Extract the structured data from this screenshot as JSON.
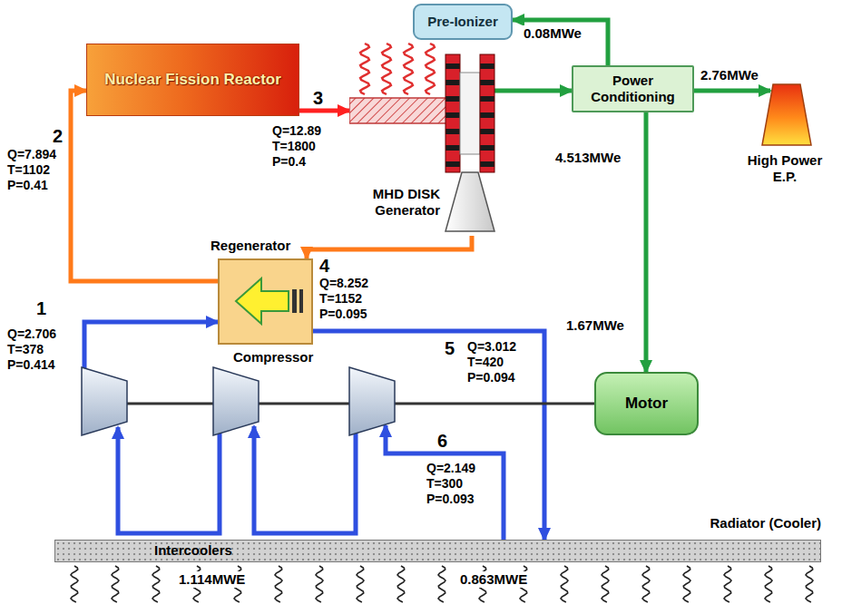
{
  "diagram": {
    "nodes": [
      {
        "text": [
          "Pre-Ionizer"
        ]
      },
      {
        "text": [
          "Nuclear Fission Reactor"
        ]
      },
      {
        "text": [
          "MHD DISK Generator"
        ]
      },
      {
        "text": [
          "Power Conditioning"
        ]
      },
      {
        "text": [
          "High Power E.P."
        ]
      },
      {
        "text": [
          "Regenerator"
        ]
      },
      {
        "text": [
          "Compressor"
        ]
      },
      {
        "text": [
          "Motor"
        ]
      },
      {
        "text": [
          "Radiator (Cooler)",
          "Intercoolers"
        ]
      }
    ],
    "edges": [
      {
        "from": 1,
        "to": 2,
        "arrow": "to"
      },
      {
        "from": 2,
        "to": 3,
        "arrow": "to"
      },
      {
        "from": 3,
        "to": 0,
        "label": "0.08MWe",
        "arrow": "to"
      },
      {
        "from": 3,
        "to": 4,
        "label": "2.76MWe",
        "arrow": "to"
      },
      {
        "from": 3,
        "to": 7,
        "label": "1.67MWe",
        "arrow": "to"
      },
      {
        "from": 2,
        "to": 5,
        "arrow": "to"
      },
      {
        "from": 5,
        "to": 1,
        "arrow": "to"
      },
      {
        "from": 6,
        "to": 5,
        "arrow": "to"
      },
      {
        "from": 5,
        "to": 8,
        "arrow": "to"
      },
      {
        "from": 8,
        "to": 6,
        "arrow": "to"
      },
      {
        "from": 7,
        "to": 6,
        "arrow": "none"
      }
    ],
    "labels": [
      "2",
      "Q=7.894 T=1102 P=0.41",
      "3",
      "Q=12.89 T=1800 P=0.4",
      "4",
      "Q=8.252 T=1152 P=0.095",
      "1",
      "Q=2.706 T=378 P=0.414",
      "5",
      "Q=3.012 T=420 P=0.094",
      "6",
      "Q=2.149 T=300 P=0.093",
      "4.513MWe",
      "1.114MWE",
      "0.863MWE"
    ]
  }
}
